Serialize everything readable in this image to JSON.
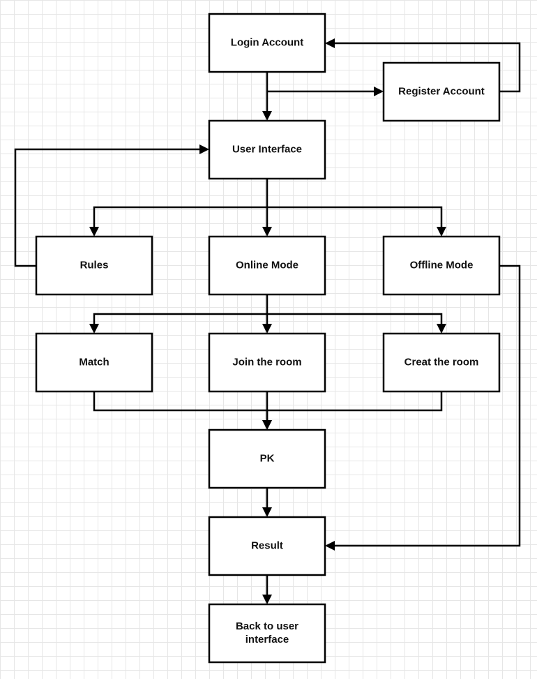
{
  "diagram": {
    "nodes": [
      {
        "id": "login",
        "lines": [
          "Login Account"
        ]
      },
      {
        "id": "register",
        "lines": [
          "Register Account"
        ]
      },
      {
        "id": "ui",
        "lines": [
          "User Interface"
        ]
      },
      {
        "id": "rules",
        "lines": [
          "Rules"
        ]
      },
      {
        "id": "online",
        "lines": [
          "Online Mode"
        ]
      },
      {
        "id": "offline",
        "lines": [
          "Offline Mode"
        ]
      },
      {
        "id": "match",
        "lines": [
          "Match"
        ]
      },
      {
        "id": "join",
        "lines": [
          "Join the room"
        ]
      },
      {
        "id": "creat",
        "lines": [
          "Creat the room"
        ]
      },
      {
        "id": "pk",
        "lines": [
          "PK"
        ]
      },
      {
        "id": "result",
        "lines": [
          "Result"
        ]
      },
      {
        "id": "back",
        "lines": [
          "Back to user",
          "interface"
        ]
      }
    ],
    "edges": [
      {
        "from": "login",
        "to": "ui"
      },
      {
        "from": "login",
        "to": "register"
      },
      {
        "from": "register",
        "to": "login"
      },
      {
        "from": "ui",
        "to": "rules"
      },
      {
        "from": "ui",
        "to": "online"
      },
      {
        "from": "ui",
        "to": "offline"
      },
      {
        "from": "rules",
        "to": "ui"
      },
      {
        "from": "online",
        "to": "match"
      },
      {
        "from": "online",
        "to": "join"
      },
      {
        "from": "online",
        "to": "creat"
      },
      {
        "from": "match",
        "to": "pk"
      },
      {
        "from": "join",
        "to": "pk"
      },
      {
        "from": "creat",
        "to": "pk"
      },
      {
        "from": "pk",
        "to": "result"
      },
      {
        "from": "offline",
        "to": "result"
      },
      {
        "from": "result",
        "to": "back"
      }
    ]
  }
}
